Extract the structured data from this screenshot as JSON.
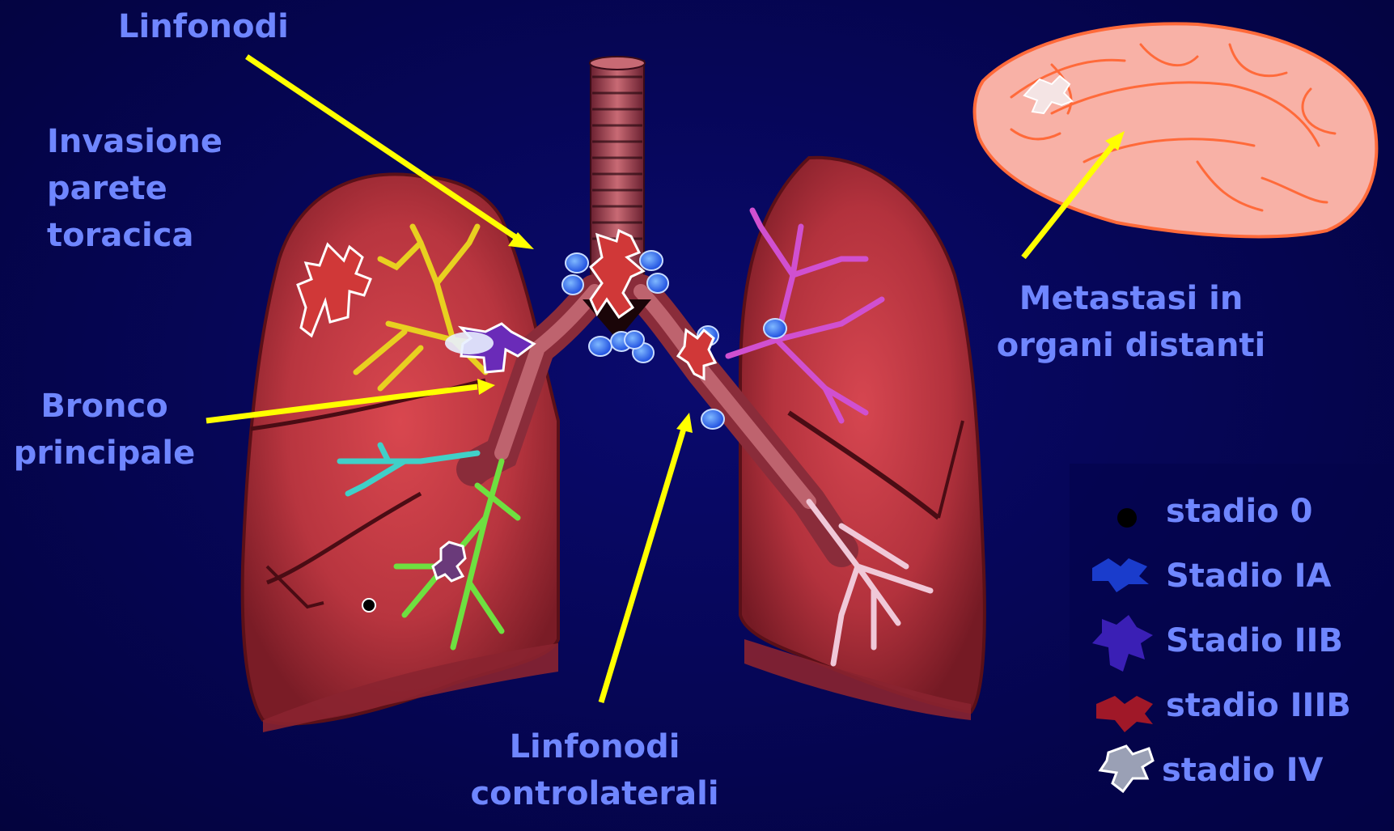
{
  "labels": {
    "linfonodi": "Linfonodi",
    "invasione_line1": "Invasione",
    "invasione_line2": "parete",
    "invasione_line3": "toracica",
    "bronco_line1": "Bronco",
    "bronco_line2": "principale",
    "linfonodi_contro_line1": "Linfonodi",
    "linfonodi_contro_line2": "controlaterali",
    "metastasi_line1": "Metastasi in",
    "metastasi_line2": "organi distanti"
  },
  "legend": {
    "items": [
      {
        "label": "stadio 0",
        "symbol": "black-dot-icon",
        "color": "#000000"
      },
      {
        "label": "Stadio  IA",
        "symbol": "blue-tumor-small-icon",
        "color": "#1a3ccc"
      },
      {
        "label": "Stadio  IIB",
        "symbol": "purple-tumor-icon",
        "color": "#3a1fb5"
      },
      {
        "label": "stadio IIIB",
        "symbol": "red-tumor-icon",
        "color": "#a01828"
      },
      {
        "label": "stadio IV",
        "symbol": "grey-tumor-icon",
        "color": "#9aa0b5"
      }
    ]
  },
  "colors": {
    "background": "#060658",
    "label_text": "#6f86ff",
    "arrow": "#ffff00",
    "lung": "#b8353f",
    "brain": "#f8b1a6",
    "brain_outline": "#ff6a3a"
  }
}
